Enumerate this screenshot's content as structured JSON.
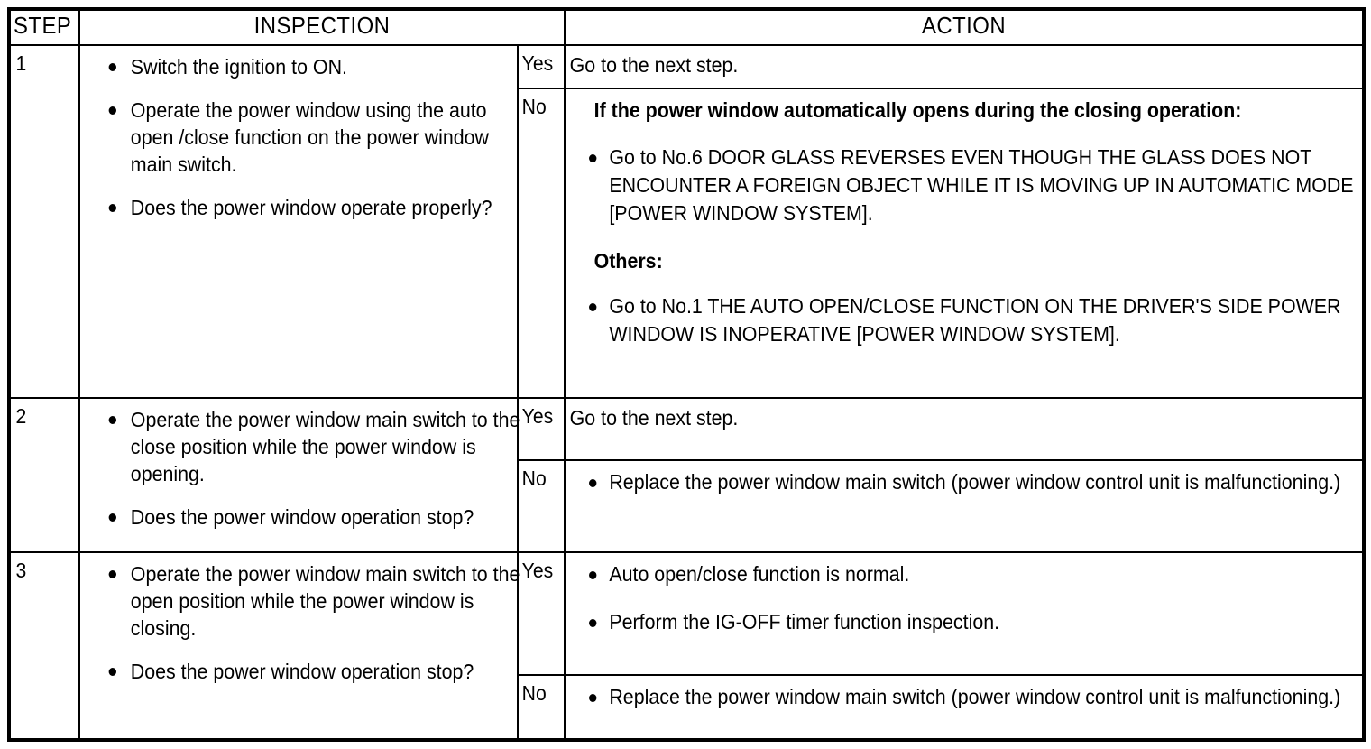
{
  "table": {
    "headers": {
      "step": "STEP",
      "inspection": "INSPECTION",
      "action": "ACTION"
    },
    "rows": [
      {
        "step": "1",
        "inspection_bullets": [
          "Switch the ignition to ON.",
          "Operate the power window using the auto open /close function on the power window main switch.",
          "Does the power window operate properly?"
        ],
        "yes": {
          "label": "Yes",
          "text": "Go to the next step."
        },
        "no": {
          "label": "No",
          "heading": "If the power window automatically opens during the closing operation:",
          "bullets_primary": [
            "Go to No.6 DOOR GLASS REVERSES EVEN THOUGH THE GLASS DOES NOT ENCOUNTER A FOREIGN OBJECT WHILE IT IS MOVING UP IN AUTOMATIC MODE [POWER WINDOW SYSTEM]."
          ],
          "subheading": "Others:",
          "bullets_secondary": [
            "Go to No.1 THE AUTO OPEN/CLOSE FUNCTION ON THE DRIVER'S SIDE POWER WINDOW IS INOPERATIVE [POWER WINDOW SYSTEM]."
          ]
        }
      },
      {
        "step": "2",
        "inspection_bullets": [
          "Operate the power window main switch to the close position while the power window is opening.",
          "Does the power window operation stop?"
        ],
        "yes": {
          "label": "Yes",
          "text": "Go to the next step."
        },
        "no": {
          "label": "No",
          "bullets": [
            "Replace the power window main switch (power window control unit is malfunctioning.)"
          ]
        }
      },
      {
        "step": "3",
        "inspection_bullets": [
          "Operate the power window main switch to the open position while the power window is closing.",
          "Does the power window operation stop?"
        ],
        "yes": {
          "label": "Yes",
          "bullets": [
            "Auto open/close function is normal.",
            "Perform the IG-OFF timer function inspection."
          ]
        },
        "no": {
          "label": "No",
          "bullets": [
            "Replace the power window main switch (power window control unit is malfunctioning.)"
          ]
        }
      }
    ]
  },
  "colors": {
    "border": "#000000",
    "text": "#000000",
    "background": "#ffffff"
  }
}
